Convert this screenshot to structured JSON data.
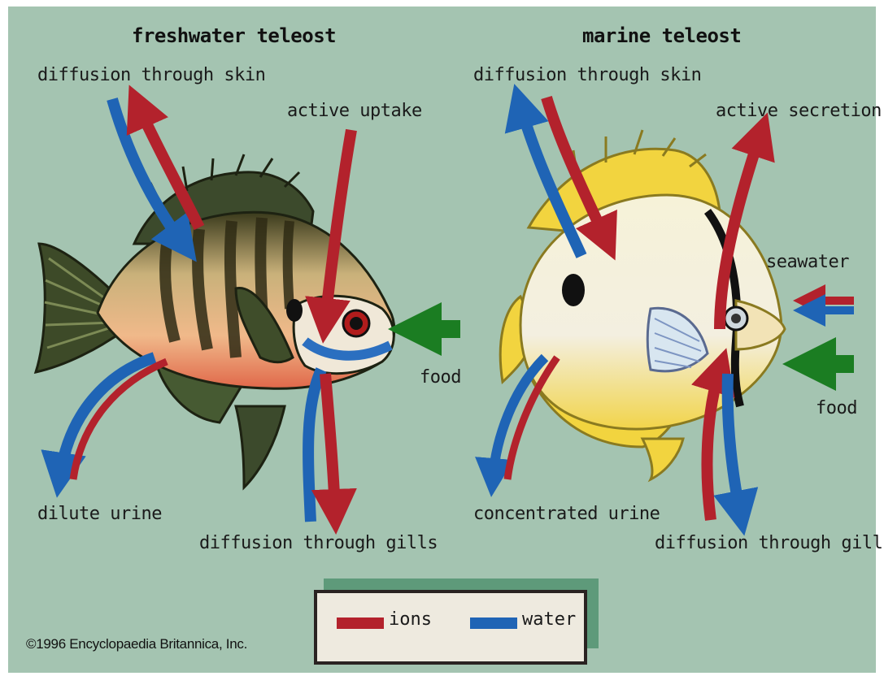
{
  "titles": {
    "freshwater": "freshwater teleost",
    "marine": "marine teleost"
  },
  "freshwater_labels": {
    "diffusion_skin": "diffusion through skin",
    "active_uptake": "active uptake",
    "food": "food",
    "dilute_urine": "dilute urine",
    "diffusion_gills": "diffusion through gills"
  },
  "marine_labels": {
    "diffusion_skin": "diffusion through skin",
    "active_secretion": "active secretion",
    "seawater": "seawater",
    "food": "food",
    "concentrated_urine": "concentrated urine",
    "diffusion_gills": "diffusion through gills"
  },
  "legend": {
    "ions_label": "ions",
    "water_label": "water"
  },
  "copyright": "©1996 Encyclopaedia Britannica, Inc.",
  "colors": {
    "background": "#a4c4b1",
    "ions": "#b3222c",
    "water": "#1f64b5",
    "food": "#1b7d22"
  }
}
